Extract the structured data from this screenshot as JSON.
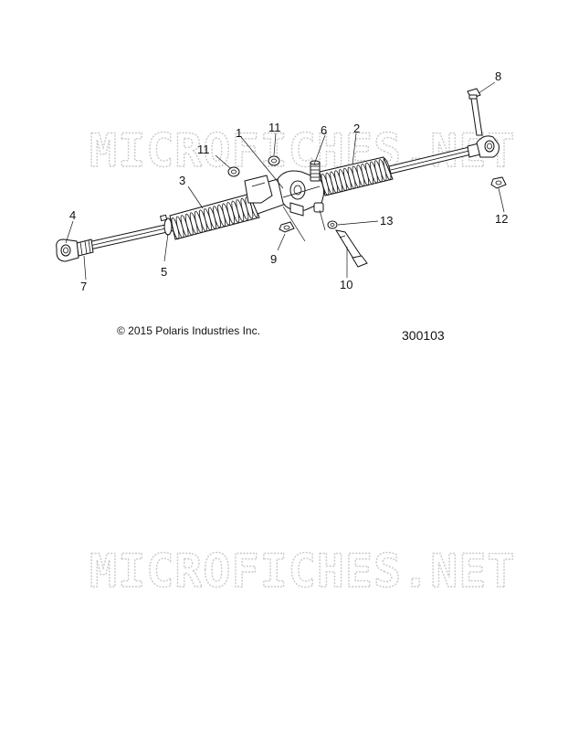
{
  "watermark": {
    "text": "MICROFICHES.NET"
  },
  "copyright": "© 2015 Polaris Industries Inc.",
  "document_number": "300103",
  "callouts": [
    {
      "id": "c1",
      "label": "1"
    },
    {
      "id": "c2",
      "label": "2"
    },
    {
      "id": "c3",
      "label": "3"
    },
    {
      "id": "c4",
      "label": "4"
    },
    {
      "id": "c5",
      "label": "5"
    },
    {
      "id": "c6",
      "label": "6"
    },
    {
      "id": "c7",
      "label": "7"
    },
    {
      "id": "c8",
      "label": "8"
    },
    {
      "id": "c9",
      "label": "9"
    },
    {
      "id": "c10",
      "label": "10"
    },
    {
      "id": "c11a",
      "label": "11"
    },
    {
      "id": "c11b",
      "label": "11"
    },
    {
      "id": "c12",
      "label": "12"
    },
    {
      "id": "c13",
      "label": "13"
    }
  ]
}
